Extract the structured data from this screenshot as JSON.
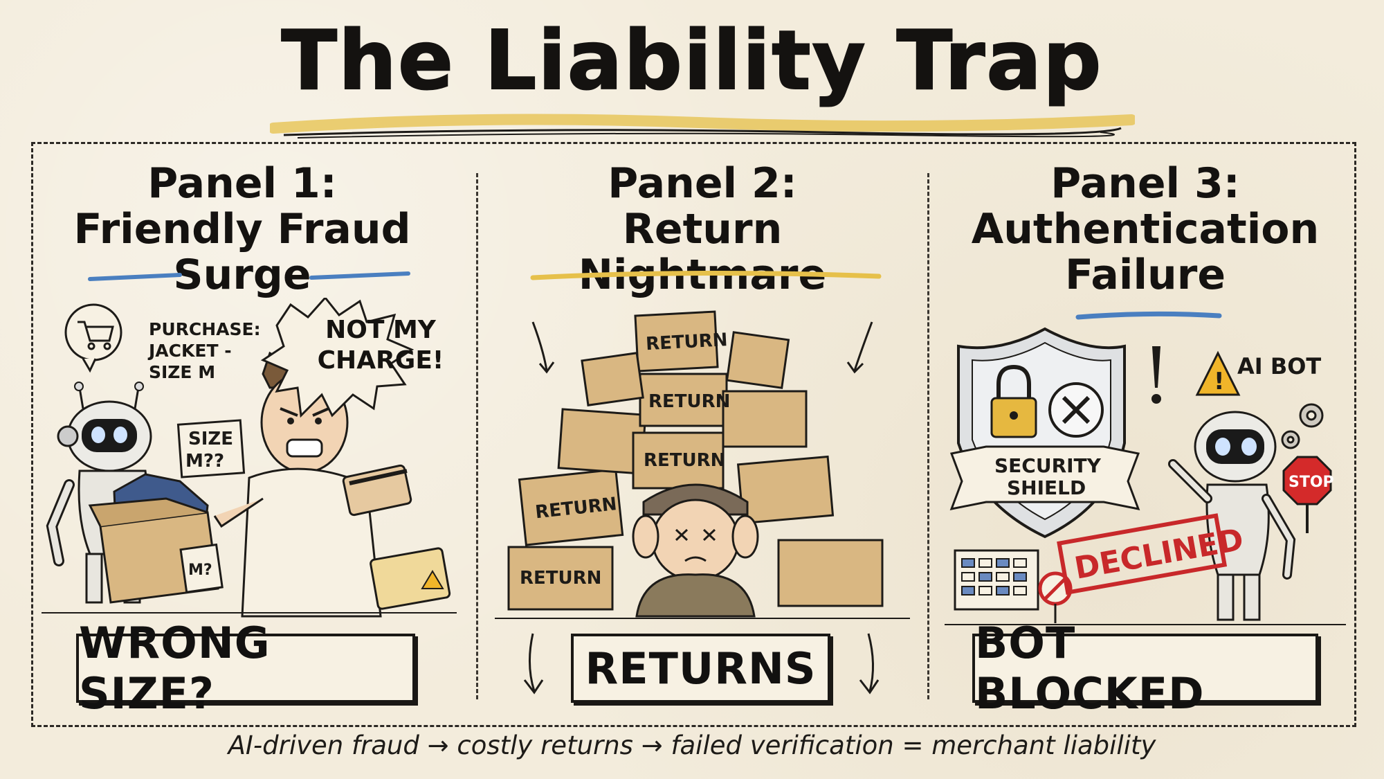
{
  "title": "The Liability Trap",
  "panels": [
    {
      "heading_line1": "Panel 1:",
      "heading_line2": "Friendly Fraud",
      "heading_line3": "Surge",
      "caption": "WRONG SIZE?",
      "thought_text_line1": "PURCHASE:",
      "thought_text_line2": "JACKET -",
      "thought_text_line3": "SIZE M",
      "speech_line1": "NOT MY",
      "speech_line2": "CHARGE!",
      "size_note_line1": "SIZE",
      "size_note_line2": "M??",
      "tag_text": "M?"
    },
    {
      "heading_line1": "Panel 2:",
      "heading_line2": "Return Nightmare",
      "caption": "RETURNS",
      "box_label": "RETURN"
    },
    {
      "heading_line1": "Panel 3:",
      "heading_line2": "Authentication",
      "heading_line3": "Failure",
      "caption": "BOT BLOCKED",
      "shield_line1": "SECURITY",
      "shield_line2": "SHIELD",
      "ai_label": "AI BOT",
      "stamp": "DECLINED",
      "stop_sign": "STOP"
    }
  ],
  "footer": "AI-driven fraud → costly returns → failed verification = merchant liability",
  "colors": {
    "background": "#f3ecdc",
    "ink": "#141210",
    "highlight_yellow": "#e6c04a",
    "highlight_blue": "#4a7fc0",
    "box_tan": "#d9b782",
    "stamp_red": "#c8282a",
    "warning_yellow": "#f0b52a"
  },
  "icons": [
    "cart-icon",
    "robot-icon",
    "person-icon",
    "credit-card-icon",
    "warning-icon",
    "box-icon",
    "shield-icon",
    "lock-icon",
    "x-circle-icon",
    "stop-sign-icon",
    "gear-icon",
    "no-entry-icon",
    "calendar-icon",
    "exclamation-icon",
    "arrow-icon"
  ]
}
